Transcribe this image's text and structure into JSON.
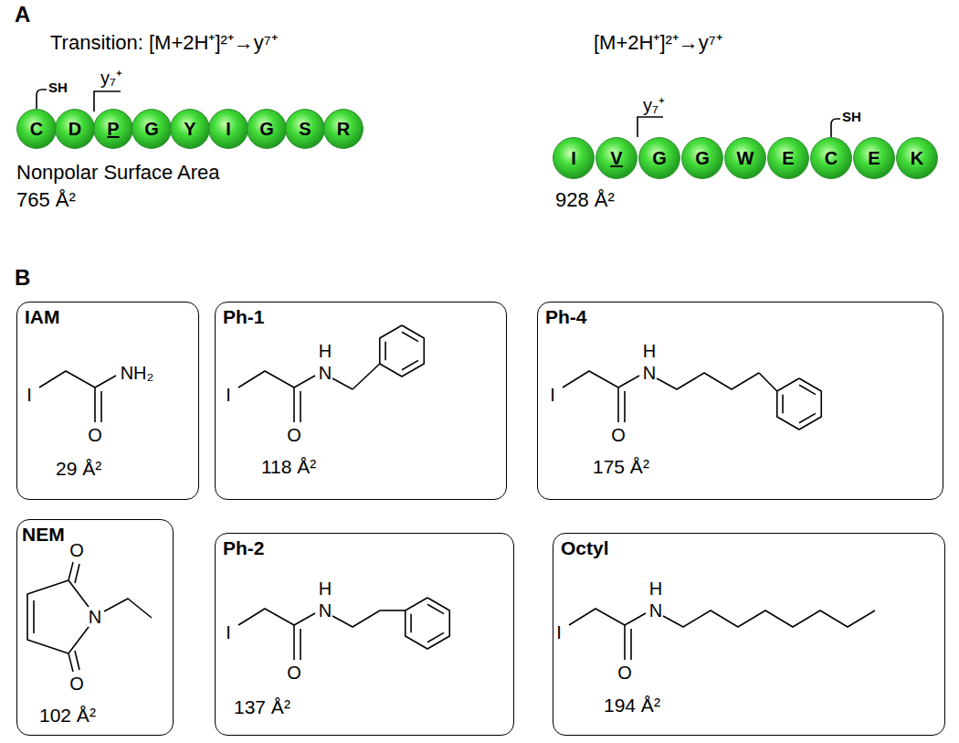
{
  "diagram": {
    "nodes": [
      {
        "text": [
          "C"
        ]
      },
      {
        "text": [
          "D"
        ]
      },
      {
        "text": [
          "P"
        ]
      },
      {
        "text": [
          "G"
        ]
      },
      {
        "text": [
          "Y"
        ]
      },
      {
        "text": [
          "I"
        ]
      },
      {
        "text": [
          "G"
        ]
      },
      {
        "text": [
          "S"
        ]
      },
      {
        "text": [
          "R"
        ]
      },
      {
        "text": [
          "I"
        ]
      },
      {
        "text": [
          "V"
        ]
      },
      {
        "text": [
          "G"
        ]
      },
      {
        "text": [
          "G"
        ]
      },
      {
        "text": [
          "W"
        ]
      },
      {
        "text": [
          "E"
        ]
      },
      {
        "text": [
          "C"
        ]
      },
      {
        "text": [
          "E"
        ]
      },
      {
        "text": [
          "K"
        ]
      },
      {
        "text": [
          "IAM",
          "29 Å²"
        ]
      },
      {
        "text": [
          "Ph-1",
          "118 Å²"
        ]
      },
      {
        "text": [
          "Ph-4",
          "175 Å²"
        ]
      },
      {
        "text": [
          "NEM",
          "102 Å²"
        ]
      },
      {
        "text": [
          "Ph-2",
          "137 Å²"
        ]
      },
      {
        "text": [
          "Octyl",
          "194 Å²"
        ]
      }
    ],
    "labels": [
      "A",
      "Transition: [M+2H⁺]²⁺→y⁷⁺",
      "y₇⁺",
      "SH",
      "Nonpolar Surface Area",
      "765 Å²",
      "[M+2H⁺]²⁺→y⁷⁺",
      "y₇⁺",
      "SH",
      "928 Å²",
      "B",
      "I",
      "O",
      "NH₂",
      "I",
      "O",
      "H",
      "N",
      "I",
      "O",
      "H",
      "N",
      "O",
      "O",
      "N",
      "I",
      "O",
      "H",
      "N",
      "I",
      "O",
      "H",
      "N"
    ]
  }
}
